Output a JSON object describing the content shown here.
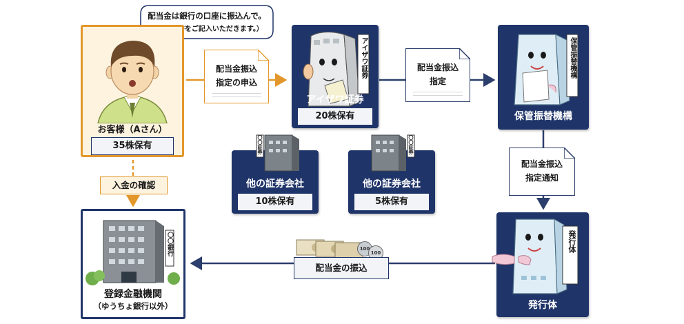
{
  "customer": {
    "label": "お客様（Aさん）",
    "shares": "35株保有",
    "speech_line1": "配当金は銀行の口座に振込んで。",
    "speech_line2": "（※申込書をご記入いただきます。）"
  },
  "aizawa": {
    "label": "アイザワ証券",
    "shares": "20株保有",
    "building_sign": "アイザワ証券"
  },
  "custodian": {
    "label": "保管振替機構",
    "building_sign": "保管振替機構"
  },
  "other_a": {
    "label": "他の証券会社",
    "shares": "10株保有",
    "building_sign": "〇〇証券"
  },
  "other_b": {
    "label": "他の証券会社",
    "shares": "5株保有",
    "building_sign": "〇〇証券"
  },
  "issuer": {
    "label": "発行体",
    "building_sign": "発行体"
  },
  "bank": {
    "label": "登録金融機関",
    "sublabel": "（ゆうちょ銀行以外）",
    "building_sign": "〇〇銀行"
  },
  "docs": {
    "apply_line1": "配当金振込",
    "apply_line2": "指定の申込",
    "designate_line1": "配当金振込",
    "designate_line2": "指定",
    "notice_line1": "配当金振込",
    "notice_line2": "指定通知"
  },
  "labels": {
    "deposit_check": "入金の確認",
    "payment": "配当金の振込"
  },
  "coins": [
    "100",
    "100"
  ],
  "colors": {
    "navy": "#1f3469",
    "orange": "#e3962a",
    "customer_bg": "#fdf3df"
  }
}
